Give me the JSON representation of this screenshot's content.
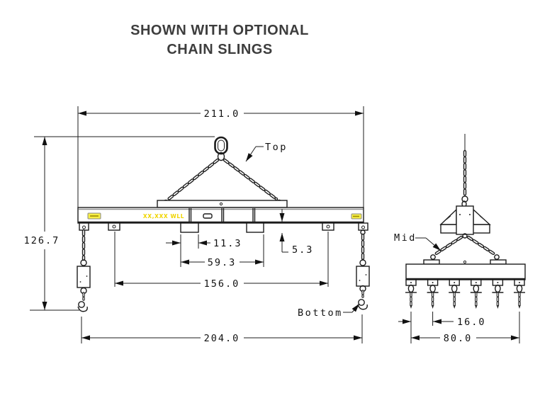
{
  "title": {
    "line1": "SHOWN WITH OPTIONAL",
    "line2": "CHAIN SLINGS"
  },
  "front_view": {
    "beam_marking": "XX,XXX WLL",
    "labels": {
      "top": "Top",
      "bottom": "Bottom"
    },
    "dims": {
      "overall_width": "211.0",
      "overall_height": "126.7",
      "lug_width": "11.3",
      "lug_span": "59.3",
      "inner_lug_span": "156.0",
      "hook_span": "204.0",
      "lug_height": "5.3"
    }
  },
  "side_view": {
    "labels": {
      "mid": "Mid"
    },
    "dims": {
      "hook_spacing": "16.0",
      "beam_width": "80.0"
    }
  },
  "colors": {
    "line": "#1c1c1c",
    "title": "#3d3d3d",
    "yellow": "#f0d500"
  }
}
